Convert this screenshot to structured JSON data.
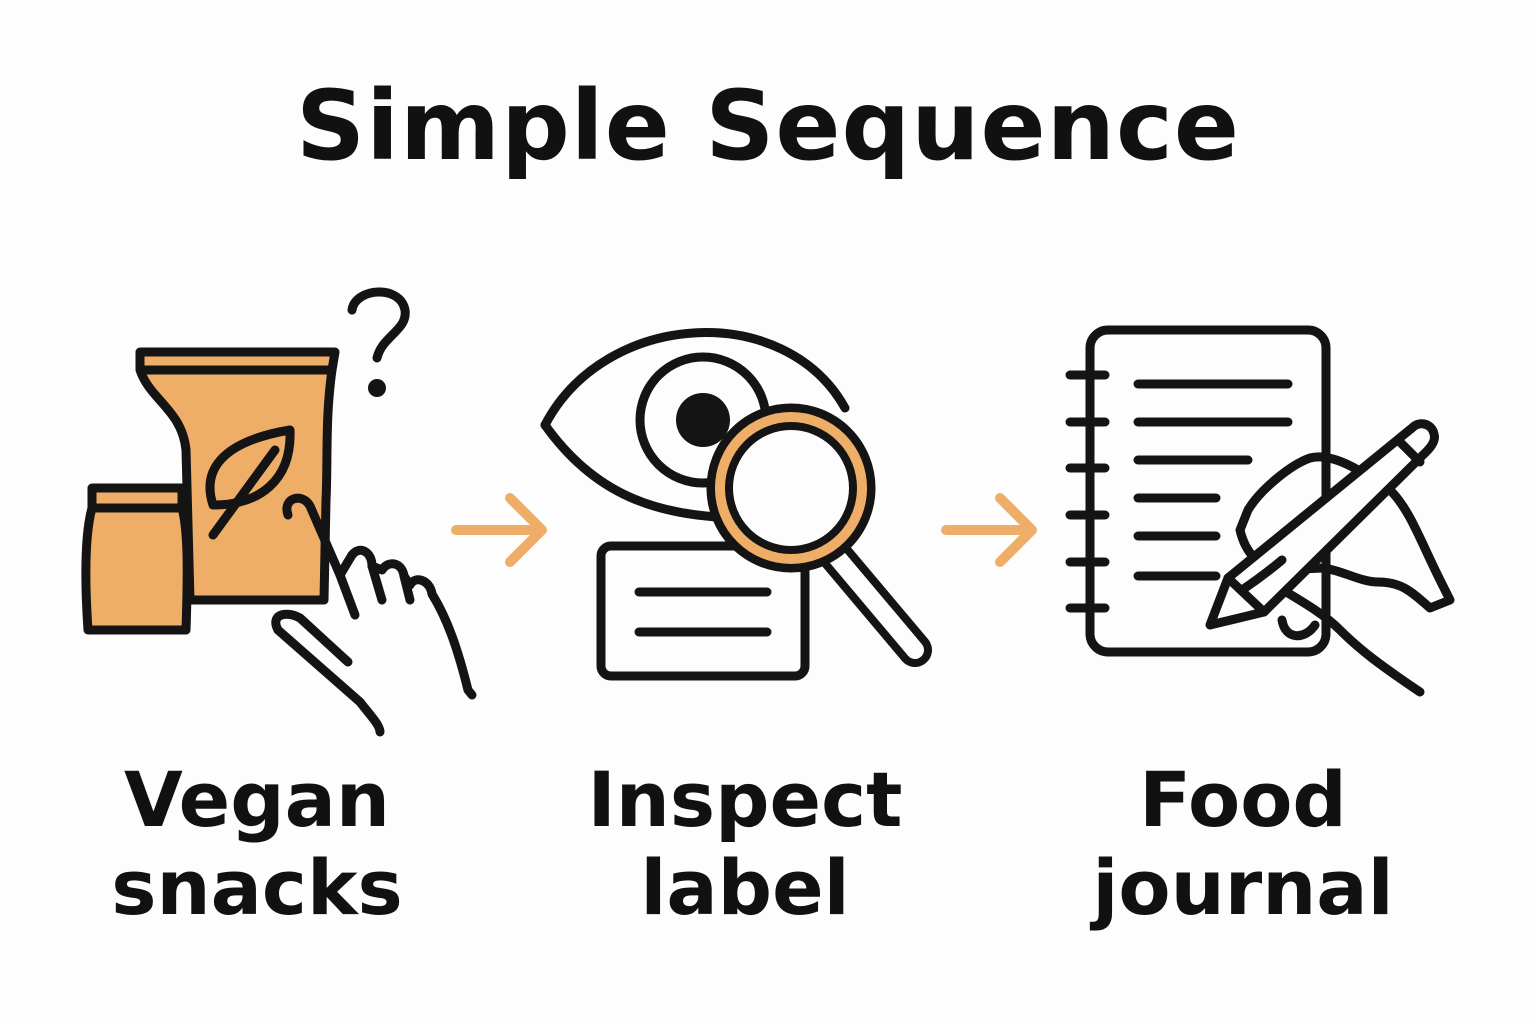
{
  "title": "Simple Sequence",
  "colors": {
    "accent": "#eeae68",
    "ink": "#141414",
    "background": "#fdfdfd"
  },
  "steps": [
    {
      "label": "Vegan\nsnacks",
      "icon": "snack-bag-hand-question-icon"
    },
    {
      "label": "Inspect\nlabel",
      "icon": "eye-magnifier-label-icon"
    },
    {
      "label": "Food\njournal",
      "icon": "notebook-hand-pen-icon"
    }
  ],
  "connectors": [
    "arrow-right-icon",
    "arrow-right-icon"
  ]
}
